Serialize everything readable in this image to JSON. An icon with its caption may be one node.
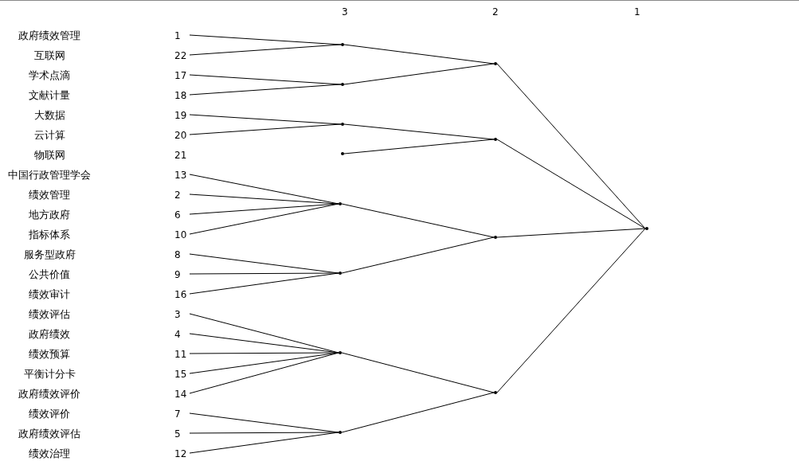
{
  "diagram": {
    "nodes": [
      {
        "text": [
          "政府绩效管理"
        ],
        "beside": [
          "1"
        ]
      },
      {
        "text": [
          "互联网"
        ],
        "beside": [
          "22"
        ]
      },
      {
        "text": [
          "学术点滴"
        ],
        "beside": [
          "17"
        ]
      },
      {
        "text": [
          "文献计量"
        ],
        "beside": [
          "18"
        ]
      },
      {
        "text": [
          "大数据"
        ],
        "beside": [
          "19"
        ]
      },
      {
        "text": [
          "云计算"
        ],
        "beside": [
          "20"
        ]
      },
      {
        "text": [
          "物联网"
        ],
        "beside": [
          "21"
        ]
      },
      {
        "text": [
          "中国行政管理学会"
        ],
        "beside": [
          "13"
        ]
      },
      {
        "text": [
          "绩效管理"
        ],
        "beside": [
          "2"
        ]
      },
      {
        "text": [
          "地方政府"
        ],
        "beside": [
          "6"
        ]
      },
      {
        "text": [
          "指标体系"
        ],
        "beside": [
          "10"
        ]
      },
      {
        "text": [
          "服务型政府"
        ],
        "beside": [
          "8"
        ]
      },
      {
        "text": [
          "公共价值"
        ],
        "beside": [
          "9"
        ]
      },
      {
        "text": [
          "绩效审计"
        ],
        "beside": [
          "16"
        ]
      },
      {
        "text": [
          "绩效评估"
        ],
        "beside": [
          "3"
        ]
      },
      {
        "text": [
          "政府绩效"
        ],
        "beside": [
          "4"
        ]
      },
      {
        "text": [
          "绩效预算"
        ],
        "beside": [
          "11"
        ]
      },
      {
        "text": [
          "平衡计分卡"
        ],
        "beside": [
          "15"
        ]
      },
      {
        "text": [
          "政府绩效评价"
        ],
        "beside": [
          "14"
        ]
      },
      {
        "text": [
          "绩效评价"
        ],
        "beside": [
          "7"
        ]
      },
      {
        "text": [
          "政府绩效评估"
        ],
        "beside": [
          "5"
        ]
      },
      {
        "text": [
          "绩效治理"
        ],
        "beside": [
          "12"
        ]
      },
      {
        "text": [],
        "shape": "point"
      },
      {
        "text": [],
        "shape": "point"
      },
      {
        "text": [],
        "shape": "point"
      },
      {
        "text": [],
        "shape": "point"
      },
      {
        "text": [],
        "shape": "point"
      },
      {
        "text": [],
        "shape": "point"
      },
      {
        "text": [],
        "shape": "point"
      },
      {
        "text": [],
        "shape": "point"
      },
      {
        "text": [],
        "shape": "point"
      },
      {
        "text": [],
        "shape": "point"
      },
      {
        "text": [],
        "shape": "point"
      },
      {
        "text": [],
        "shape": "point"
      },
      {
        "text": [],
        "shape": "point"
      }
    ],
    "edges": [
      {
        "from": 0,
        "to": 22,
        "arrow": "none"
      },
      {
        "from": 1,
        "to": 22,
        "arrow": "none"
      },
      {
        "from": 2,
        "to": 23,
        "arrow": "none"
      },
      {
        "from": 3,
        "to": 23,
        "arrow": "none"
      },
      {
        "from": 4,
        "to": 24,
        "arrow": "none"
      },
      {
        "from": 5,
        "to": 24,
        "arrow": "none"
      },
      {
        "from": 7,
        "to": 26,
        "arrow": "none"
      },
      {
        "from": 8,
        "to": 26,
        "arrow": "none"
      },
      {
        "from": 9,
        "to": 26,
        "arrow": "none"
      },
      {
        "from": 10,
        "to": 26,
        "arrow": "none"
      },
      {
        "from": 11,
        "to": 27,
        "arrow": "none"
      },
      {
        "from": 12,
        "to": 27,
        "arrow": "none"
      },
      {
        "from": 13,
        "to": 27,
        "arrow": "none"
      },
      {
        "from": 14,
        "to": 28,
        "arrow": "none"
      },
      {
        "from": 15,
        "to": 28,
        "arrow": "none"
      },
      {
        "from": 16,
        "to": 28,
        "arrow": "none"
      },
      {
        "from": 17,
        "to": 28,
        "arrow": "none"
      },
      {
        "from": 18,
        "to": 28,
        "arrow": "none"
      },
      {
        "from": 19,
        "to": 29,
        "arrow": "none"
      },
      {
        "from": 20,
        "to": 29,
        "arrow": "none"
      },
      {
        "from": 21,
        "to": 29,
        "arrow": "none"
      },
      {
        "from": 22,
        "to": 30,
        "arrow": "none"
      },
      {
        "from": 23,
        "to": 30,
        "arrow": "none"
      },
      {
        "from": 24,
        "to": 31,
        "arrow": "none"
      },
      {
        "from": 25,
        "to": 31,
        "arrow": "none"
      },
      {
        "from": 26,
        "to": 32,
        "arrow": "none"
      },
      {
        "from": 27,
        "to": 32,
        "arrow": "none"
      },
      {
        "from": 28,
        "to": 33,
        "arrow": "none"
      },
      {
        "from": 29,
        "to": 33,
        "arrow": "none"
      },
      {
        "from": 30,
        "to": 34,
        "arrow": "none"
      },
      {
        "from": 31,
        "to": 34,
        "arrow": "none"
      },
      {
        "from": 32,
        "to": 34,
        "arrow": "none"
      },
      {
        "from": 33,
        "to": 34,
        "arrow": "none"
      }
    ],
    "labels": [
      "3",
      "2",
      "1"
    ]
  }
}
